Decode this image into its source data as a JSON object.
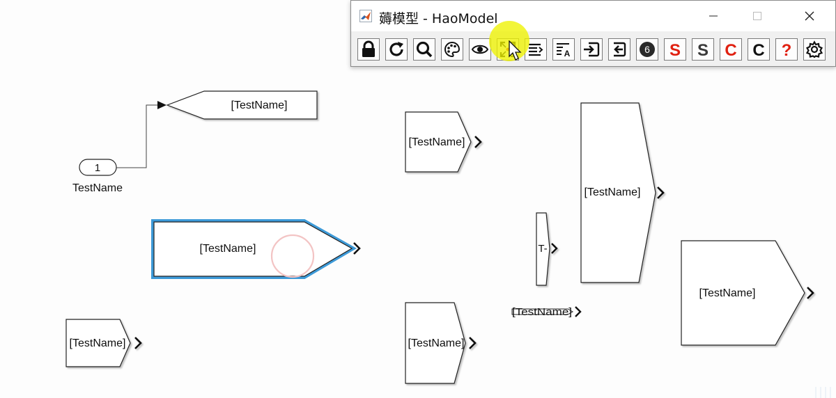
{
  "window": {
    "title": "薅模型 - HaoModel",
    "controls": {
      "minimize": "minimize",
      "maximize": "maximize",
      "close": "close"
    }
  },
  "toolbar": {
    "buttons": [
      {
        "icon": "lock-icon",
        "interactable": true
      },
      {
        "icon": "refresh-icon",
        "interactable": true
      },
      {
        "icon": "search-icon",
        "interactable": true
      },
      {
        "icon": "palette-icon",
        "interactable": true
      },
      {
        "icon": "eye-icon",
        "interactable": true
      },
      {
        "icon": "fit-resize-icon",
        "interactable": true
      },
      {
        "icon": "align-lines-icon",
        "interactable": true
      },
      {
        "icon": "text-format-icon",
        "interactable": true
      },
      {
        "icon": "goto-in-icon",
        "interactable": true
      },
      {
        "icon": "goto-out-icon",
        "interactable": true
      },
      {
        "icon": "number-badge-icon",
        "glyph": "6",
        "interactable": true
      },
      {
        "icon": "letter-s-red-icon",
        "glyph": "S",
        "color": "#e02010",
        "interactable": true
      },
      {
        "icon": "letter-s-gray-icon",
        "glyph": "S",
        "color": "#3a3a3a",
        "interactable": true
      },
      {
        "icon": "letter-c-red-icon",
        "glyph": "C",
        "color": "#e02010",
        "interactable": true
      },
      {
        "icon": "letter-c-black-icon",
        "glyph": "C",
        "color": "#111111",
        "interactable": true
      },
      {
        "icon": "help-question-icon",
        "glyph": "?",
        "color": "#e02010",
        "interactable": true
      },
      {
        "icon": "settings-gear-icon",
        "interactable": true
      }
    ],
    "highlighted_index": 5
  },
  "diagram": {
    "inport": {
      "number": "1",
      "name": "TestName"
    },
    "from_block_label": "[TestName]",
    "goto_labels": [
      "[TestName]",
      "[TestName]",
      "[TestName]",
      "[TestName]",
      "[TestName]",
      "[TestName]",
      "T-",
      "[TestName]"
    ],
    "selected_block": 1
  },
  "colors": {
    "selection": "#3d9ad8",
    "highlight": "#eef200",
    "block_border": "#222222",
    "background": "#fdfdfd"
  }
}
